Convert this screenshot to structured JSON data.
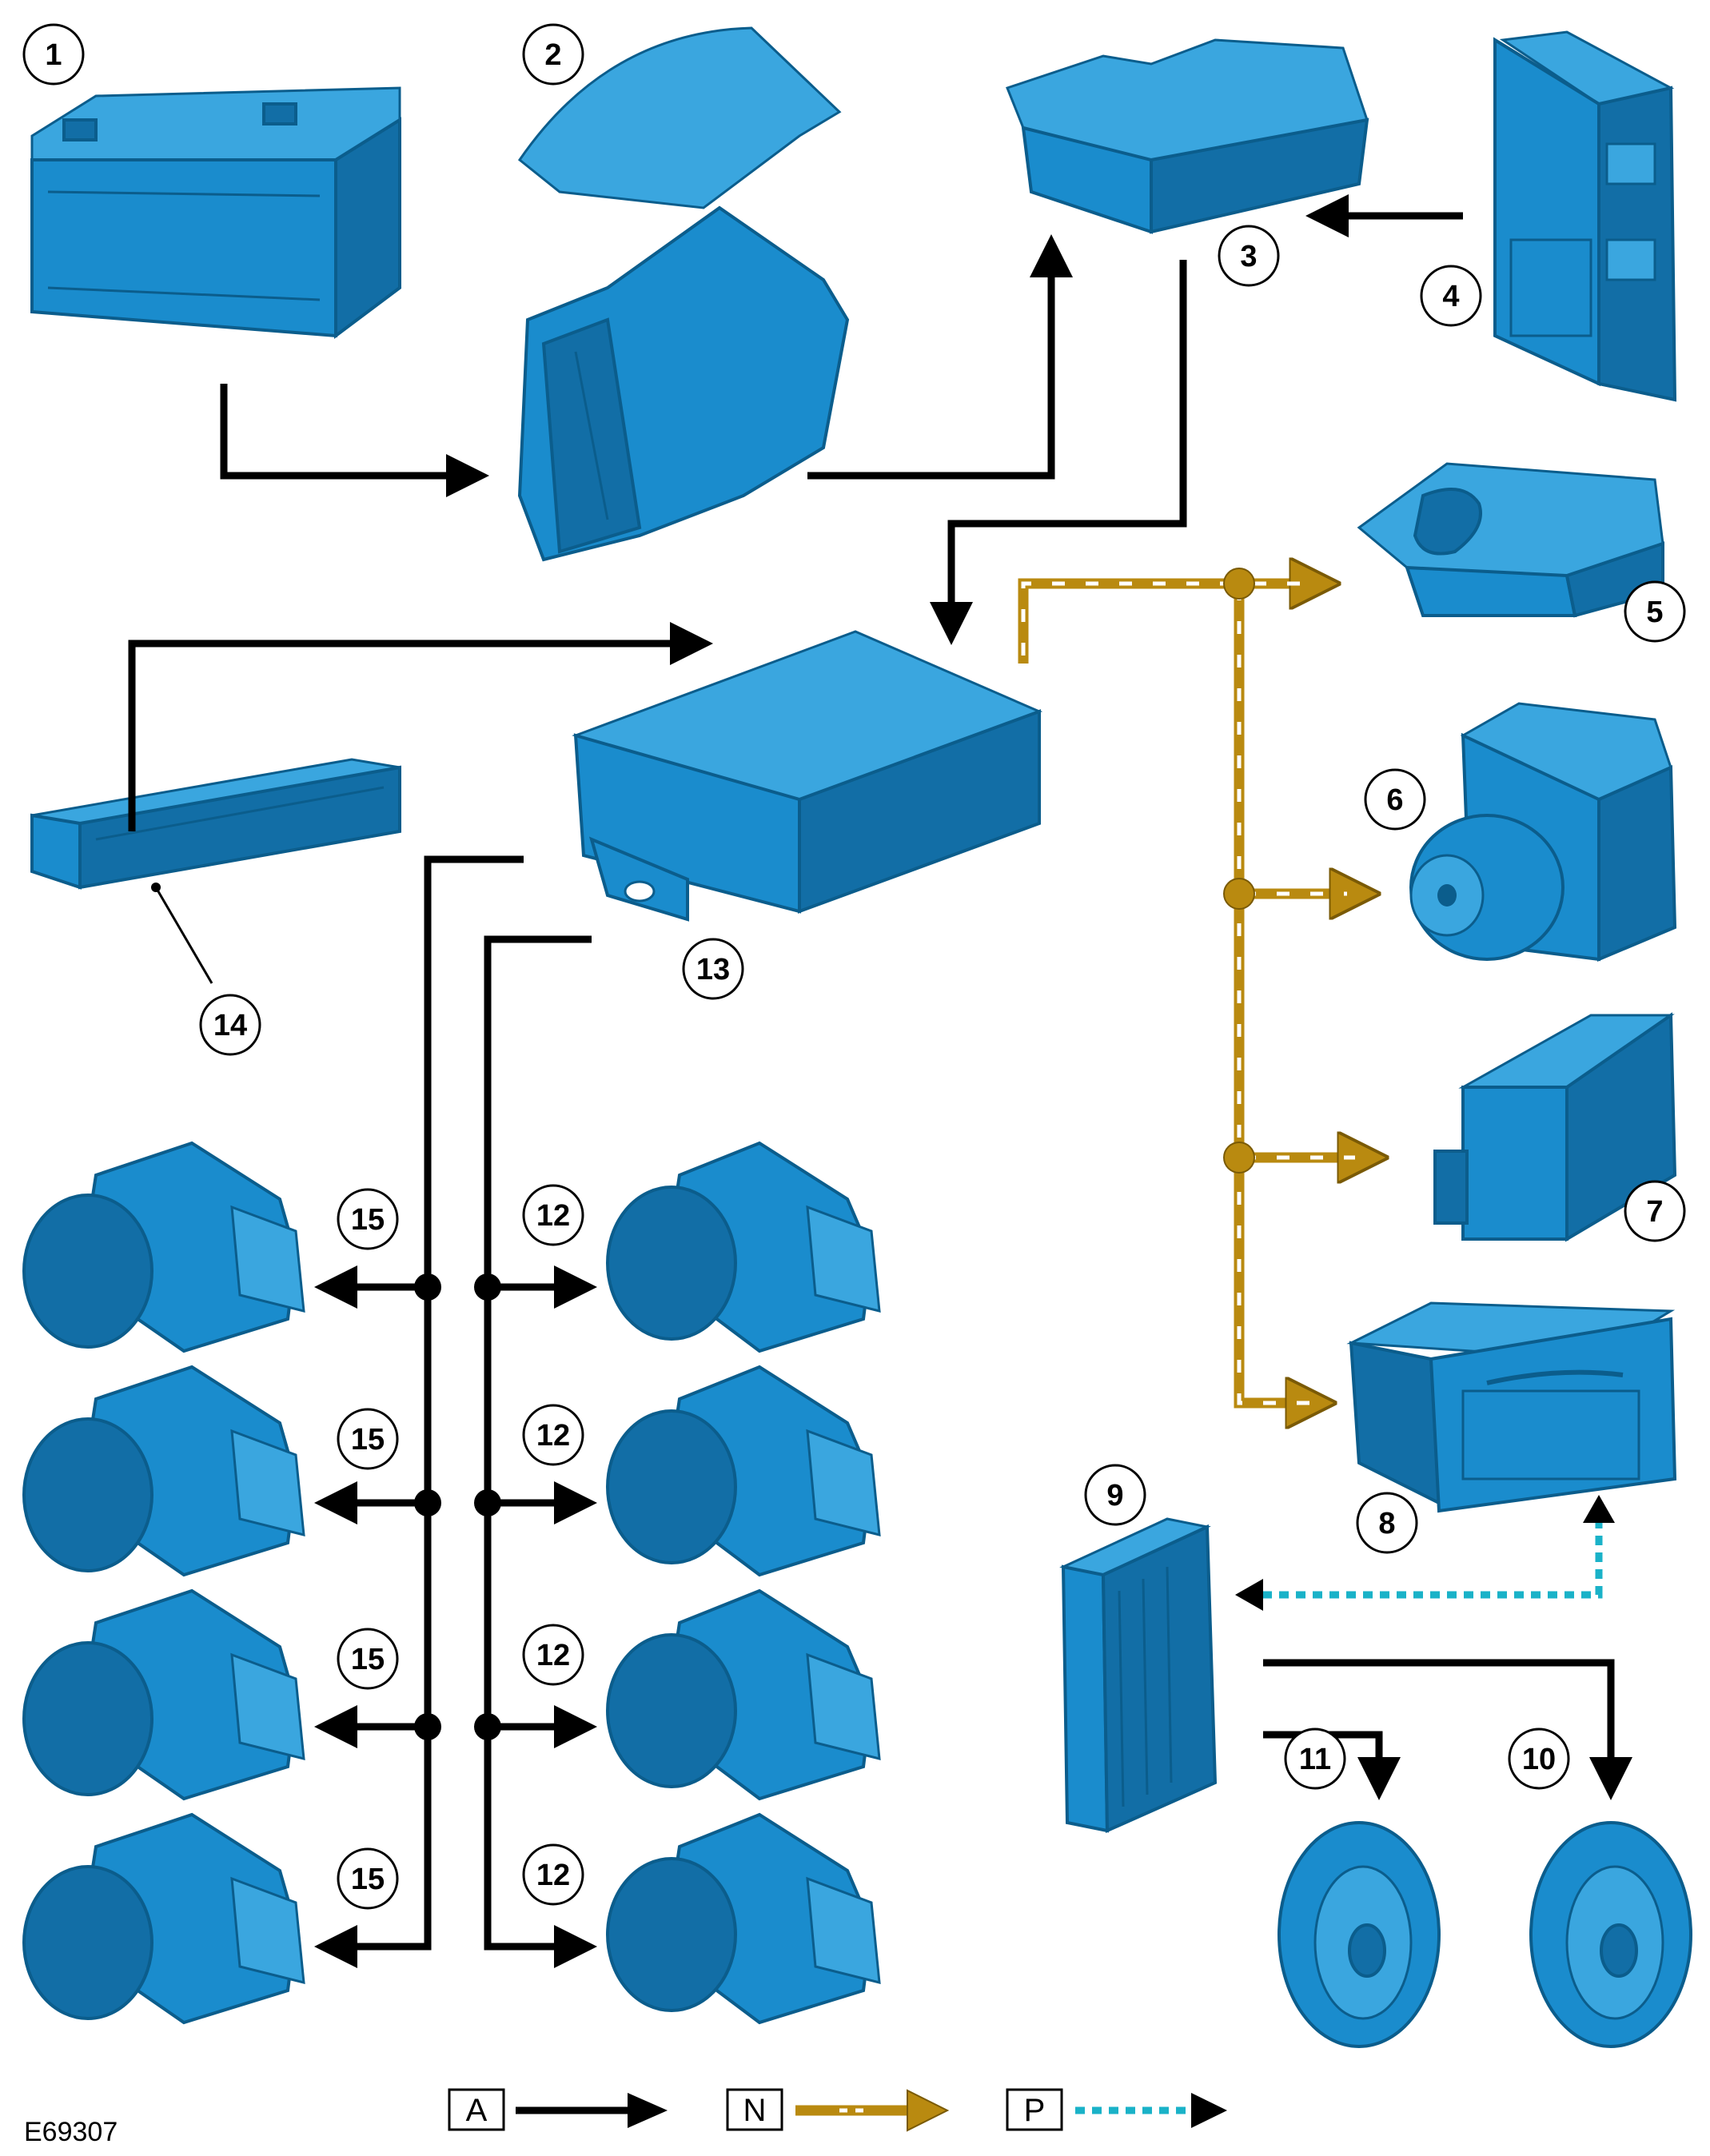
{
  "diagram": {
    "reference_code": "E69307",
    "callouts": {
      "c1": "1",
      "c2": "2",
      "c3": "3",
      "c4": "4",
      "c5": "5",
      "c6": "6",
      "c7": "7",
      "c8": "8",
      "c9": "9",
      "c10": "10",
      "c11": "11",
      "c12a": "12",
      "c12b": "12",
      "c12c": "12",
      "c12d": "12",
      "c13": "13",
      "c14": "14",
      "c15a": "15",
      "c15b": "15",
      "c15c": "15",
      "c15d": "15"
    },
    "legend": {
      "a": "A",
      "n": "N",
      "p": "P"
    },
    "colors": {
      "component": "#1a8ccd",
      "hardwired": "#000000",
      "can_bus": "#b98a10",
      "most_bus": "#1ab2c8"
    }
  }
}
